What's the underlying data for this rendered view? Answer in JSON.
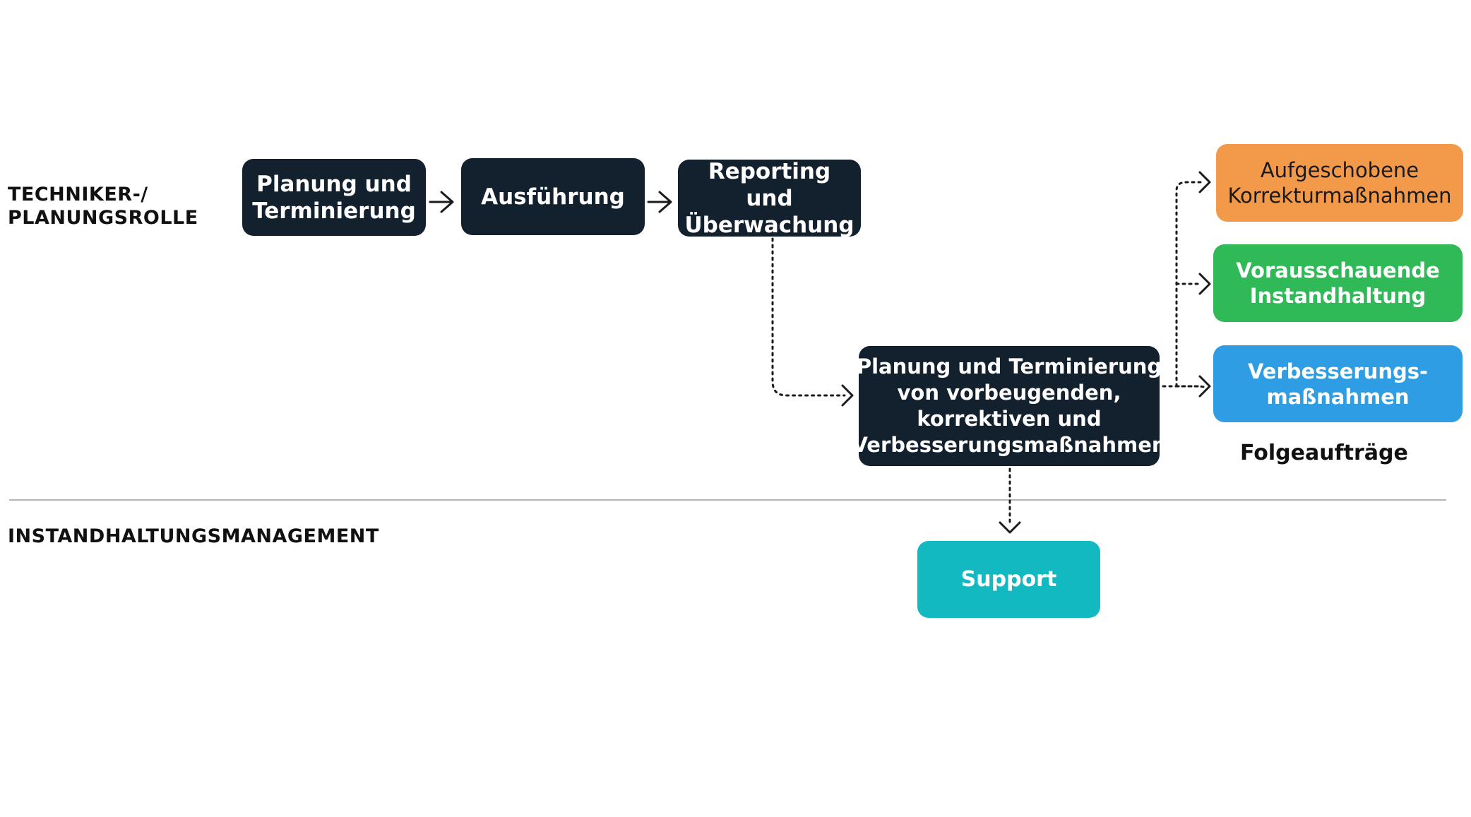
{
  "lanes": {
    "technician": "TECHNIKER-/\nPLANUNGSROLLE",
    "management": "INSTANDHALTUNGSMANAGEMENT"
  },
  "nodes": {
    "planning": "Planung und\nTerminierung",
    "execution": "Ausführung",
    "reporting": "Reporting und\nÜberwachung",
    "planning_measures": "Planung und Terminierung\nvon vorbeugenden,\nkorrektiven und\nVerbesserungsmaßnahmen",
    "deferred": "Aufgeschobene\nKorrekturmaßnahmen",
    "predictive": "Vorausschauende\nInstandhaltung",
    "improvement": "Verbesserungs-\nmaßnahmen",
    "support": "Support"
  },
  "captions": {
    "follow_up": "Folgeaufträge"
  },
  "colors": {
    "dark": "#13202e",
    "orange": "#f39a4a",
    "green": "#2fb957",
    "blue": "#2f9de3",
    "teal": "#13b9c0"
  }
}
